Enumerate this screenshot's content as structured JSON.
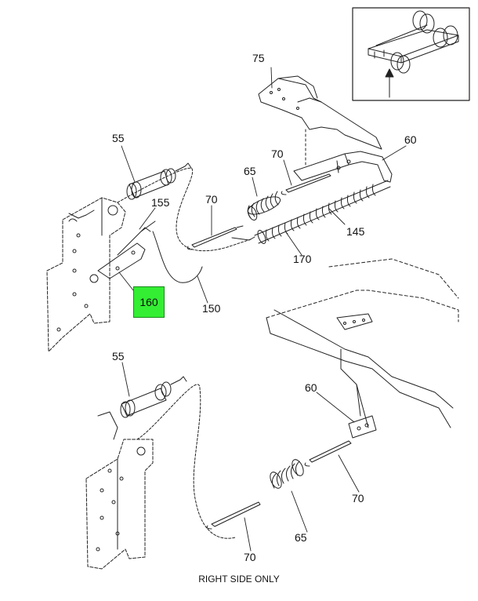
{
  "callouts": {
    "c75": "75",
    "c60_top": "60",
    "c55_top": "55",
    "c70_a": "70",
    "c65_top": "65",
    "c70_b": "70",
    "c155": "155",
    "c145": "145",
    "c170": "170",
    "c160": "160",
    "c150": "150",
    "c55_bottom": "55",
    "c60_bottom": "60",
    "c70_c": "70",
    "c65_bottom": "65",
    "c70_d": "70"
  },
  "caption": "RIGHT SIDE ONLY",
  "colors": {
    "highlight": "#33ee33",
    "line": "#222222"
  },
  "highlighted_part": "160"
}
